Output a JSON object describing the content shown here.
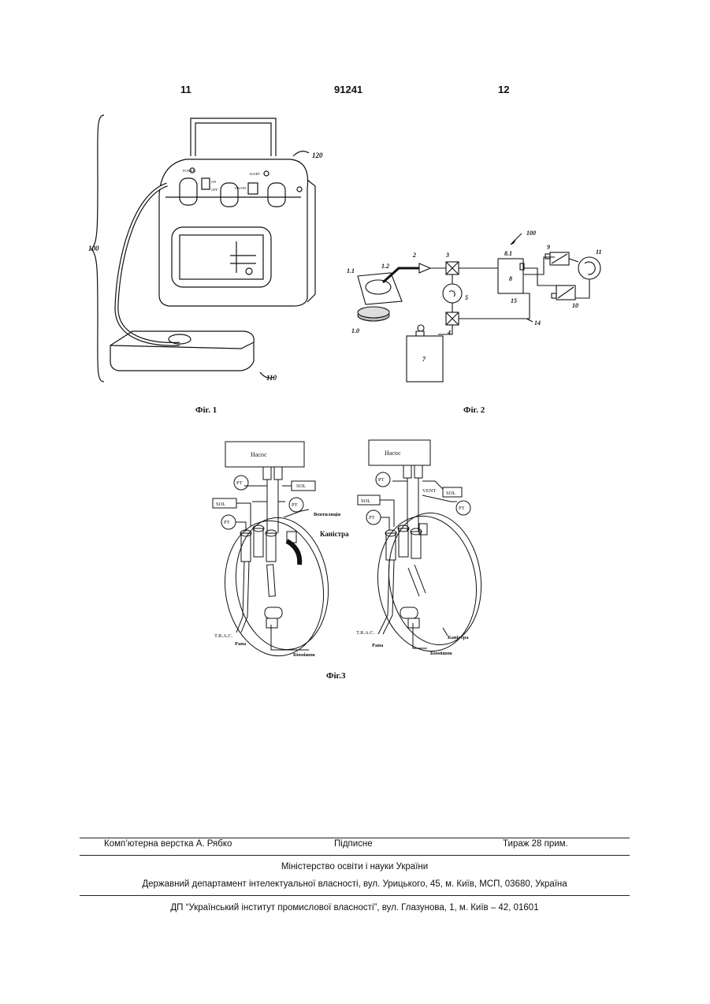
{
  "header": {
    "left_page": "11",
    "patent_number": "91241",
    "right_page": "12"
  },
  "fig1": {
    "caption": "Фіг. 1",
    "refs": {
      "overall": "100",
      "unit": "120",
      "base": "110"
    },
    "panel_labels": {
      "power": "POWER",
      "on": "ON",
      "off": "OFF",
      "alert": "ALERT",
      "drain": "DRAIN"
    }
  },
  "fig2": {
    "caption": "Фіг. 2",
    "refs": {
      "system": "100",
      "n1_1": "1.1",
      "n1_2": "1.2",
      "n1_0": "1.0",
      "n2": "2",
      "n3": "3",
      "n4": "4",
      "n5": "5",
      "n7": "7",
      "n8": "8",
      "n8_1": "8.1",
      "n9": "9",
      "n10": "10",
      "n11": "11",
      "n14": "14",
      "n15": "15"
    }
  },
  "fig3": {
    "caption": "Фіг.3",
    "left": {
      "pump": "Насос",
      "pt1": "PT",
      "sol1": "SOL",
      "sol2": "SOL",
      "pt2": "PT",
      "pt3": "PT",
      "vent": "Вентиляція",
      "canister": "Каністра",
      "trac": "T.R.A.C.",
      "wound": "Рана",
      "biobag": "Біомішок"
    },
    "right": {
      "pump": "Насос",
      "pt1": "PT",
      "sol1": "SOL",
      "sol2": "SOL",
      "vent": "VENT",
      "pt2": "PT",
      "pt3": "PT",
      "trac": "T.R.A.C.",
      "wound": "Рана",
      "canister": "Каністра",
      "biobag": "Біомішок"
    }
  },
  "footer": {
    "layout": "Комп’ютерна верстка А. Рябко",
    "signed": "Підписне",
    "circulation": "Тираж 28 прим.",
    "ministry": "Міністерство освіти і науки України",
    "department": "Державний департамент інтелектуальної власності, вул. Урицького, 45, м. Київ, МСП, 03680, Україна",
    "institute": "ДП “Український інститут промислової власності”, вул. Глазунова, 1, м. Київ – 42, 01601"
  }
}
